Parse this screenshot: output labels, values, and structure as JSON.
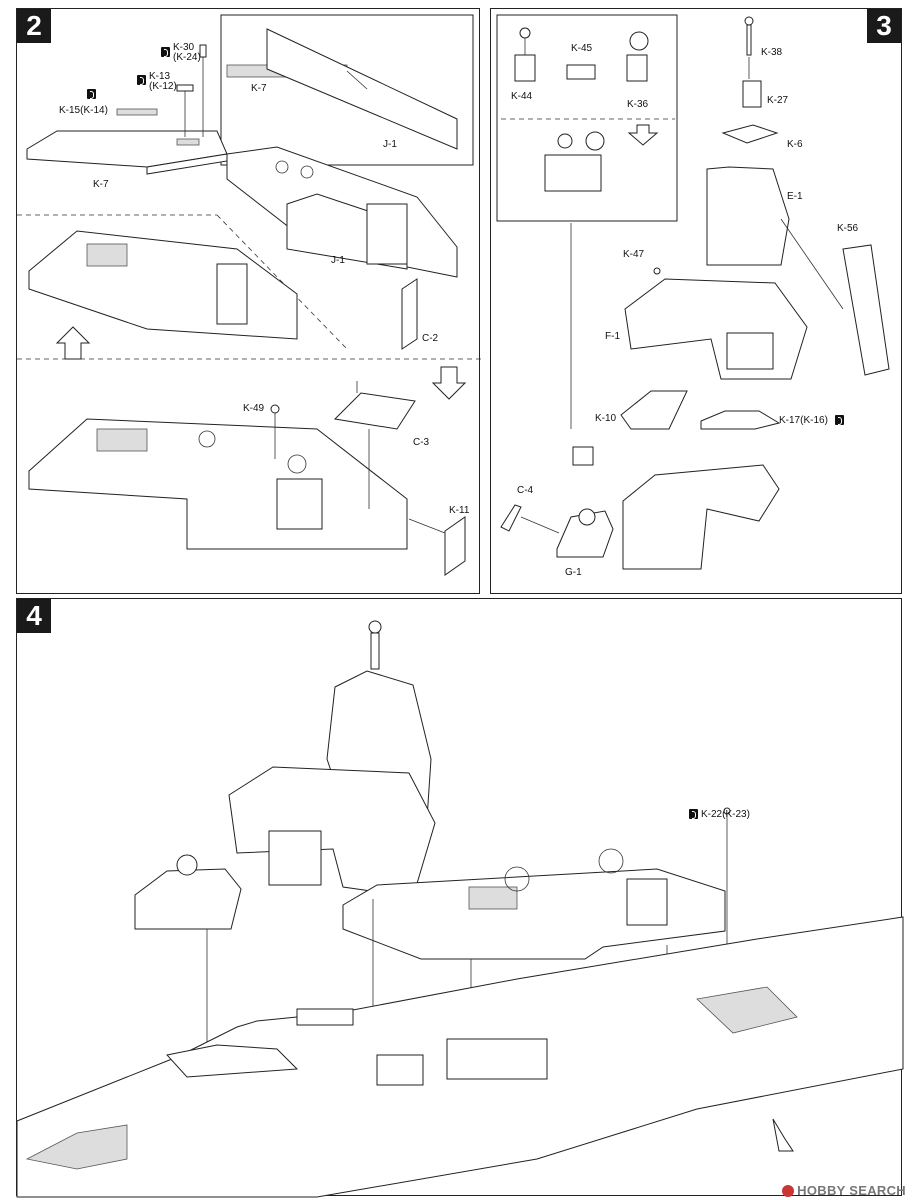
{
  "steps": {
    "s2": "2",
    "s3": "3",
    "s4": "4"
  },
  "warning_icon": "!",
  "step2": {
    "labels": {
      "k30": "K-30",
      "k24": "(K-24)",
      "k13": "K-13",
      "k12": "(K-12)",
      "k15": "K-15(K-14)",
      "k7a": "K-7",
      "k7b": "K-7",
      "j1a": "J-1",
      "j1b": "J-1",
      "c2": "C-2",
      "k49": "K-49",
      "c3": "C-3",
      "k11": "K-11"
    }
  },
  "step3": {
    "labels": {
      "k44": "K-44",
      "k45": "K-45",
      "k36": "K-36",
      "k38": "K-38",
      "k27": "K-27",
      "k6": "K-6",
      "e1": "E-1",
      "k56": "K-56",
      "k47": "K-47",
      "f1": "F-1",
      "k10": "K-10",
      "k17": "K-17(K-16)",
      "c4": "C-4",
      "g1": "G-1"
    }
  },
  "step4": {
    "labels": {
      "k22": "K-22(K-23)"
    }
  },
  "watermark": "HOBBY SEARCH",
  "icons": [
    "warning-icon",
    "part-side-icon",
    "arrow-up-icon",
    "arrow-down-icon"
  ]
}
